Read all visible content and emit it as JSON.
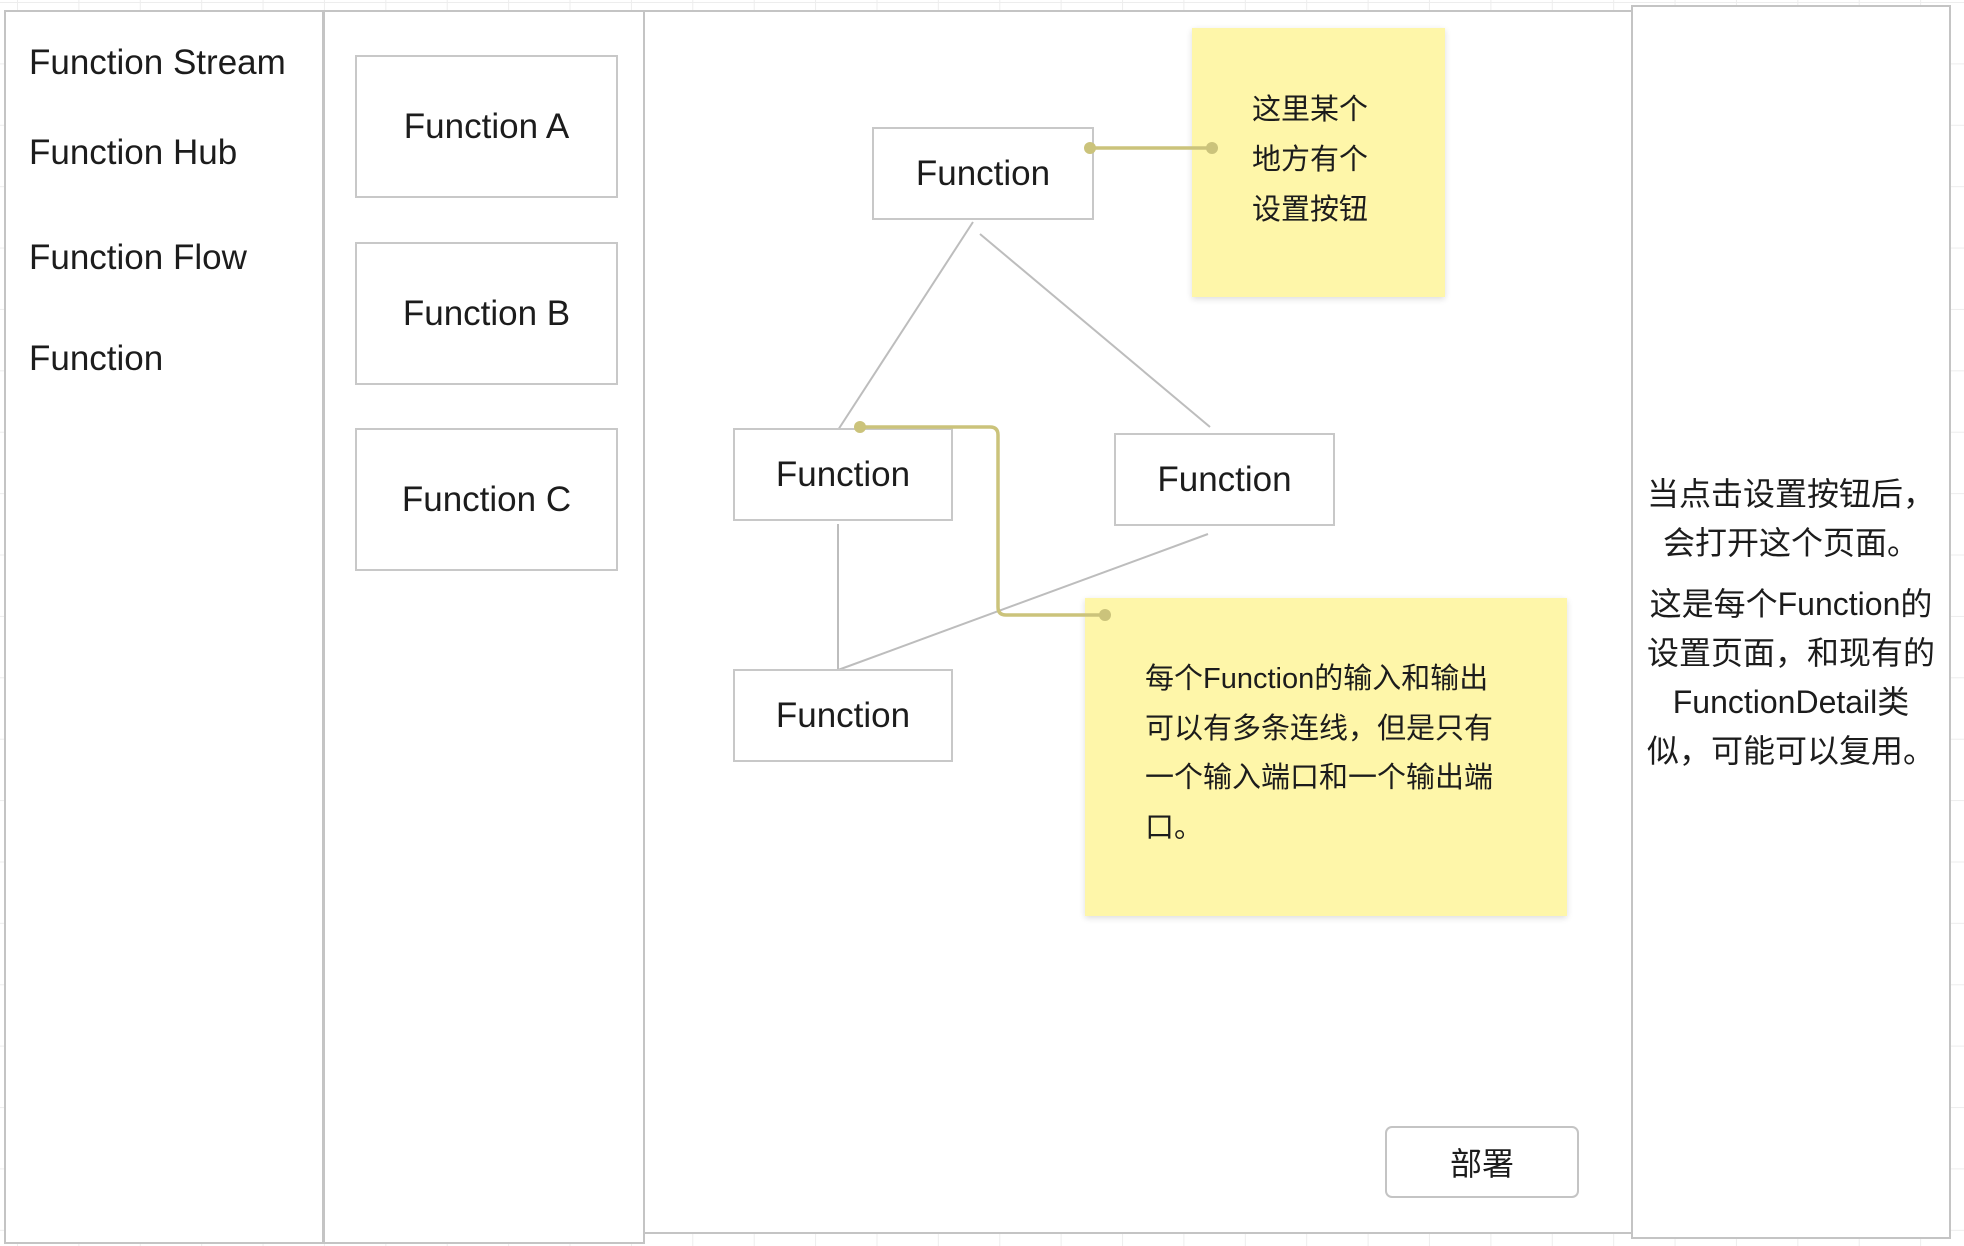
{
  "sidebar": {
    "items": [
      {
        "label": "Function Stream"
      },
      {
        "label": "Function Hub"
      },
      {
        "label": "Function Flow"
      },
      {
        "label": "Function"
      }
    ]
  },
  "palette": {
    "items": [
      {
        "label": "Function A"
      },
      {
        "label": "Function B"
      },
      {
        "label": "Function C"
      }
    ]
  },
  "canvas": {
    "nodes": [
      {
        "label": "Function"
      },
      {
        "label": "Function"
      },
      {
        "label": "Function"
      },
      {
        "label": "Function"
      }
    ],
    "notes": [
      {
        "lines": [
          "这里某个",
          "地方有个",
          "设置按钮"
        ]
      },
      {
        "lines": [
          "每个Function的输入和输出",
          "可以有多条连线，但是只有",
          "一个输入端口和一个输出端",
          "口。"
        ]
      }
    ],
    "deploy_button": {
      "label": "部署"
    }
  },
  "detail_panel": {
    "paragraphs": [
      {
        "lines": [
          "当点击设置按钮后，",
          "会打开这个页面。"
        ]
      },
      {
        "lines": [
          "这是每个Function的",
          "设置页面，和现有的",
          "FunctionDetail类",
          "似，可能可以复用。"
        ]
      }
    ]
  },
  "colors": {
    "panel_border": "#c4c4c4",
    "node_border": "#c8c8c8",
    "edge": "#bdbdbd",
    "note_fill": "#fef6a9",
    "connector": "#cbc37b",
    "text": "#1c1c1c",
    "grid": "#ededed"
  }
}
